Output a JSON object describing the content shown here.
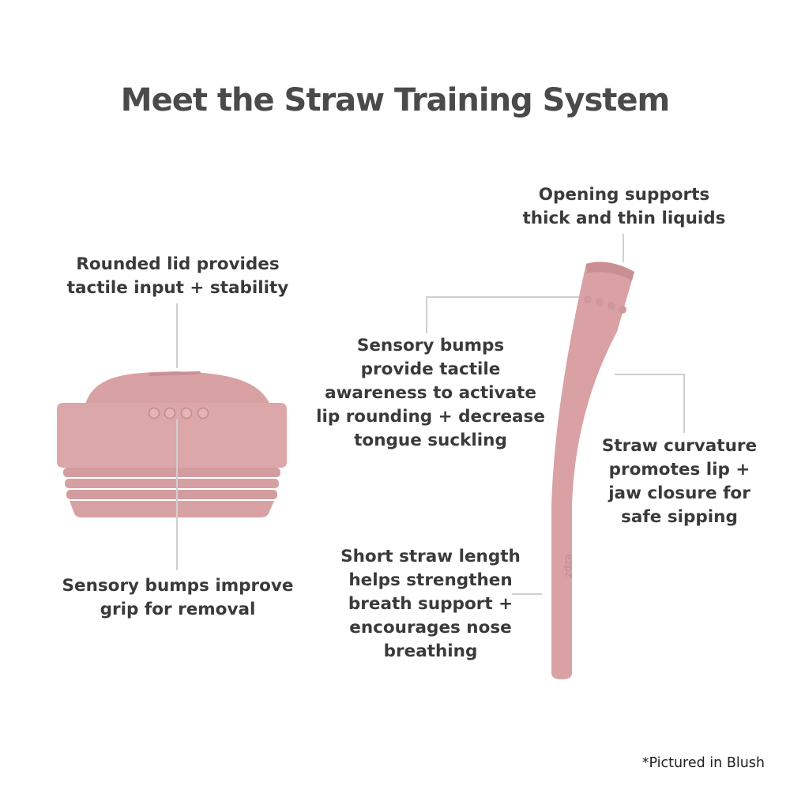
{
  "title": "Meet the Straw Training System",
  "footnote": "*Pictured in Blush",
  "colors": {
    "blush": "#d8a2a4",
    "blush_dark": "#c98f92",
    "blush_light": "#e6b9ba",
    "leader_line": "#cfcfcf",
    "text": "#3a3a3a"
  },
  "product": {
    "straw_logo": "ezpz"
  },
  "callouts": {
    "lid_top": [
      "Rounded lid provides",
      "tactile input + stability"
    ],
    "lid_bottom": [
      "Sensory bumps improve",
      "grip for removal"
    ],
    "straw_opening": [
      "Opening supports",
      "thick and thin liquids"
    ],
    "straw_bumps": [
      "Sensory bumps",
      "provide tactile",
      "awareness to activate",
      "lip rounding + decrease",
      "tongue suckling"
    ],
    "straw_curve": [
      "Straw curvature",
      "promotes lip +",
      "jaw closure for",
      "safe sipping"
    ],
    "straw_length": [
      "Short straw length",
      "helps strengthen",
      "breath support +",
      "encourages nose",
      "breathing"
    ]
  }
}
